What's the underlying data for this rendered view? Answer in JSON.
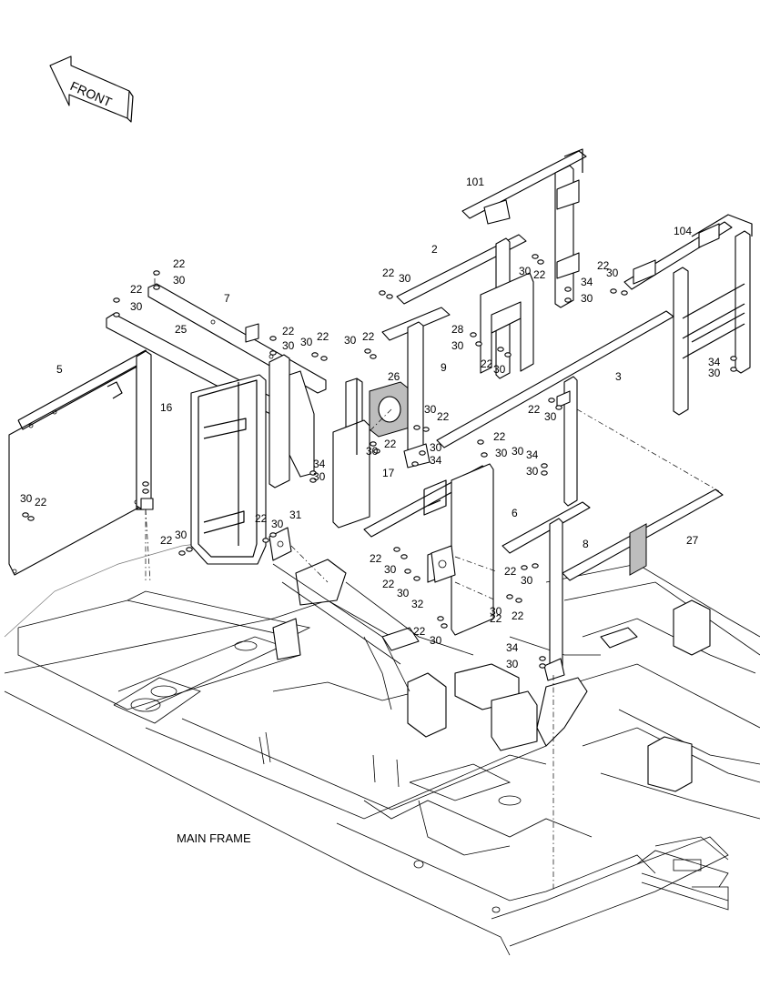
{
  "front_arrow": {
    "label": "FRONT"
  },
  "main_frame_label": "MAIN FRAME",
  "callouts": [
    {
      "id": "c101",
      "text": "101"
    },
    {
      "id": "c104",
      "text": "104"
    },
    {
      "id": "c2",
      "text": "2"
    },
    {
      "id": "c3",
      "text": "3"
    },
    {
      "id": "c5",
      "text": "5"
    },
    {
      "id": "c6",
      "text": "6"
    },
    {
      "id": "c7",
      "text": "7"
    },
    {
      "id": "c8",
      "text": "8"
    },
    {
      "id": "c9",
      "text": "9"
    },
    {
      "id": "c16",
      "text": "16"
    },
    {
      "id": "c17",
      "text": "17"
    },
    {
      "id": "c25",
      "text": "25"
    },
    {
      "id": "c26",
      "text": "26"
    },
    {
      "id": "c27",
      "text": "27"
    },
    {
      "id": "c31",
      "text": "31"
    },
    {
      "id": "c32",
      "text": "32"
    },
    {
      "id": "c22a",
      "text": "22"
    },
    {
      "id": "c30a",
      "text": "30"
    },
    {
      "id": "c22b",
      "text": "22"
    },
    {
      "id": "c30b",
      "text": "30"
    },
    {
      "id": "c22c",
      "text": "22"
    },
    {
      "id": "c30c",
      "text": "30"
    },
    {
      "id": "c22d",
      "text": "22"
    },
    {
      "id": "c30d",
      "text": "30"
    },
    {
      "id": "c22e",
      "text": "22"
    },
    {
      "id": "c30e",
      "text": "30"
    },
    {
      "id": "c22f",
      "text": "22"
    },
    {
      "id": "c30f",
      "text": "30"
    },
    {
      "id": "c22g",
      "text": "22"
    },
    {
      "id": "c30g",
      "text": "30"
    },
    {
      "id": "c28a",
      "text": "28"
    },
    {
      "id": "c30h",
      "text": "30"
    },
    {
      "id": "c22h",
      "text": "22"
    },
    {
      "id": "c30i",
      "text": "30"
    },
    {
      "id": "c22i",
      "text": "22"
    },
    {
      "id": "c30j",
      "text": "30"
    },
    {
      "id": "c34a",
      "text": "34"
    },
    {
      "id": "c30k",
      "text": "30"
    },
    {
      "id": "c34b",
      "text": "34"
    },
    {
      "id": "c30l",
      "text": "30"
    },
    {
      "id": "c22j",
      "text": "22"
    },
    {
      "id": "c30m",
      "text": "30"
    },
    {
      "id": "c30n",
      "text": "30"
    },
    {
      "id": "c22k",
      "text": "22"
    },
    {
      "id": "c30o",
      "text": "30"
    },
    {
      "id": "c34c",
      "text": "34"
    },
    {
      "id": "c22l",
      "text": "22"
    },
    {
      "id": "c30p",
      "text": "30"
    },
    {
      "id": "c34d",
      "text": "34"
    },
    {
      "id": "c30q",
      "text": "30"
    },
    {
      "id": "c34e",
      "text": "34"
    },
    {
      "id": "c30r",
      "text": "30"
    },
    {
      "id": "c30s",
      "text": "30"
    },
    {
      "id": "c22m",
      "text": "22"
    },
    {
      "id": "c30t",
      "text": "30"
    },
    {
      "id": "c22n",
      "text": "22"
    },
    {
      "id": "c22o",
      "text": "22"
    },
    {
      "id": "c30u",
      "text": "30"
    },
    {
      "id": "c22p",
      "text": "22"
    },
    {
      "id": "c30v",
      "text": "30"
    },
    {
      "id": "c22q",
      "text": "22"
    },
    {
      "id": "c30w",
      "text": "30"
    },
    {
      "id": "c30x",
      "text": "30"
    },
    {
      "id": "c22r",
      "text": "22"
    },
    {
      "id": "c22s",
      "text": "22"
    },
    {
      "id": "c30y",
      "text": "30"
    },
    {
      "id": "c22t",
      "text": "22"
    },
    {
      "id": "c30z",
      "text": "30"
    },
    {
      "id": "c22u",
      "text": "22"
    },
    {
      "id": "c30aa",
      "text": "30"
    },
    {
      "id": "c34f",
      "text": "34"
    },
    {
      "id": "c30ab",
      "text": "30"
    },
    {
      "id": "c30ac",
      "text": "30"
    },
    {
      "id": "c22v",
      "text": "22"
    }
  ]
}
